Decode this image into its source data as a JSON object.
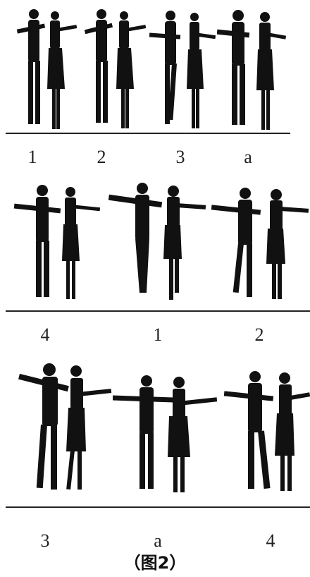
{
  "rows": [
    {
      "labels": [
        "1",
        "2",
        "3",
        "a"
      ]
    },
    {
      "labels": [
        "4",
        "1",
        "2"
      ]
    },
    {
      "labels": [
        "3",
        "a",
        "4"
      ]
    }
  ],
  "caption": "（图2）",
  "colors": {
    "silhouette": "#111111",
    "rule": "#222222",
    "background": "#ffffff"
  },
  "icons": {
    "figure": "dancing-couple-silhouette-icon"
  }
}
